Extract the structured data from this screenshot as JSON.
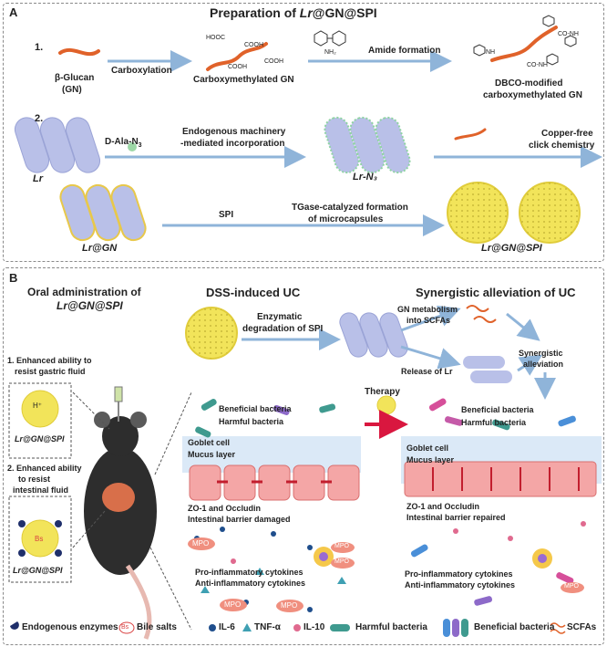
{
  "panelA": {
    "label": "A",
    "title_prefix": "Preparation of ",
    "title_italic": "Lr",
    "title_suffix": "@GN@SPI",
    "step1": "1.",
    "step2": "2.",
    "glucan_line1": "β-Glucan",
    "glucan_line2": "(GN)",
    "carboxylation": "Carboxylation",
    "carboxymethylated": "Carboxymethylated GN",
    "amide": "Amide formation",
    "dbco_line1": "DBCO-modified",
    "dbco_line2": "carboxymethylated GN",
    "hooc": "HOOC",
    "cooh1": "COOH",
    "cooh2": "COOH",
    "cooh3": "COOH",
    "nh2": "NH₂",
    "nh": "NH",
    "co_nh1": "CO-NH",
    "co_nh2": "CO-NH",
    "dala": "D-Ala-N",
    "dala_sub": "3",
    "endogenous_line1": "Endogenous machinery",
    "endogenous_line2": "-mediated incorporation",
    "lr": "Lr",
    "lr_n3": "Lr-N₃",
    "copperfree_line1": "Copper-free",
    "copperfree_line2": "click chemistry",
    "lr_gn": "Lr@GN",
    "spi": "SPI",
    "tgase_line1": "TGase-catalyzed formation",
    "tgase_line2": "of microcapsules",
    "lr_gn_spi": "Lr@GN@SPI"
  },
  "panelB": {
    "label": "B",
    "oral_line1": "Oral administration of",
    "oral_line2": "Lr@GN@SPI",
    "dss_title": "DSS-induced UC",
    "syn_title": "Synergistic alleviation of UC",
    "enzymatic_line1": "Enzymatic",
    "enzymatic_line2": "degradation of SPI",
    "gn_metab_line1": "GN metabolism",
    "gn_metab_line2": "into SCFAs",
    "release": "Release of Lr",
    "syn_line1": "Synergistic",
    "syn_line2": "alleviation",
    "enh1_line1": "1. Enhanced ability to",
    "enh1_line2": "resist gastric fluid",
    "enh2_line1": "2. Enhanced ability",
    "enh2_line2": "to resist",
    "enh2_line3": "intestinal fluid",
    "lr_gn_spi_a": "Lr@GN@SPI",
    "lr_gn_spi_b": "Lr@GN@SPI",
    "h_symbol": "H⁺",
    "bs_symbol": "Bs",
    "therapy": "Therapy",
    "left": {
      "beneficial": "Beneficial bacteria",
      "harmful": "Harmful bacteria",
      "goblet": "Goblet cell",
      "mucus": "Mucus layer",
      "zo1": "ZO-1 and Occludin",
      "barrier": "Intestinal barrier damaged",
      "pro": "Pro-inflammatory cytokines",
      "anti": "Anti-inflammatory cytokines"
    },
    "right": {
      "beneficial": "Beneficial bacteria",
      "harmful": "Harmful bacteria",
      "goblet": "Goblet cell",
      "mucus": "Mucus layer",
      "zo1": "ZO-1 and Occludin",
      "barrier": "Intestinal barrier repaired",
      "pro": "Pro-inflammatory cytokines",
      "anti": "Anti-inflammatory cytokines"
    },
    "mpo": "MPO",
    "legend": {
      "endo": "Endogenous enzymes",
      "bile": "Bile salts",
      "il6": "IL-6",
      "tnf": "TNF-α",
      "il10": "IL-10",
      "harmful": "Harmful bacteria",
      "beneficial": "Beneficial bacteria",
      "scfa": "SCFAs"
    }
  },
  "colors": {
    "rod": "#b9c0e8",
    "rod_stroke": "#9aa3d6",
    "arrow": "#8fb4d9",
    "orange": "#e0622a",
    "yellow": "#f2e45a",
    "red_arrow": "#d9173f",
    "green_arrow": "#2f9a6a",
    "tissue": "#f4a6a6",
    "mpo": "#f08f7f"
  }
}
